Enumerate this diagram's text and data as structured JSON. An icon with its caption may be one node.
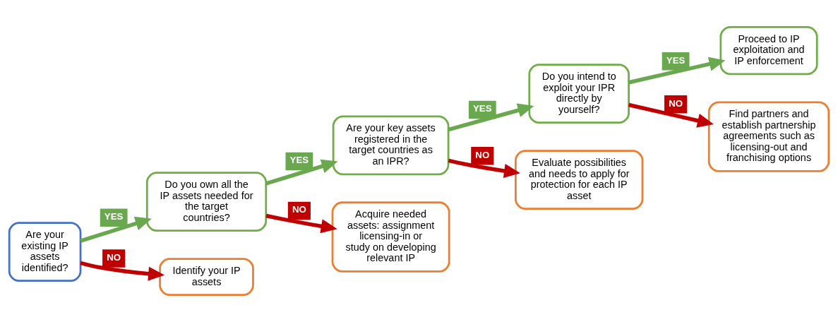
{
  "diagram": {
    "nodes": [
      {
        "text": [
          "Are your existing IP assets identified?"
        ]
      },
      {
        "text": [
          "Do you own all the IP assets needed for the target countries?"
        ]
      },
      {
        "text": [
          "Identify your IP assets"
        ]
      },
      {
        "text": [
          "Are your key assets registered in the target countries as an IPR?"
        ]
      },
      {
        "text": [
          "Acquire needed assets: assignment licensing-in or study on developing relevant IP"
        ]
      },
      {
        "text": [
          "Do you intend to exploit your IPR directly by yourself?"
        ]
      },
      {
        "text": [
          "Evaluate possibilities and needs to apply for protection for each IP asset"
        ]
      },
      {
        "text": [
          "Proceed to IP exploitation and IP enforcement"
        ]
      },
      {
        "text": [
          "Find partners and establish partnership agreements such as licensing-out and franchising options"
        ]
      }
    ],
    "edges": [
      {
        "from": 0,
        "to": 1,
        "arrow": "to",
        "label": "YES",
        "color": "#6aa84f"
      },
      {
        "from": 0,
        "to": 2,
        "arrow": "to",
        "label": "NO",
        "color": "#c00000"
      },
      {
        "from": 1,
        "to": 3,
        "arrow": "to",
        "label": "YES",
        "color": "#6aa84f"
      },
      {
        "from": 1,
        "to": 4,
        "arrow": "to",
        "label": "NO",
        "color": "#c00000"
      },
      {
        "from": 3,
        "to": 5,
        "arrow": "to",
        "label": "YES",
        "color": "#6aa84f"
      },
      {
        "from": 3,
        "to": 6,
        "arrow": "to",
        "label": "NO",
        "color": "#c00000"
      },
      {
        "from": 5,
        "to": 7,
        "arrow": "to",
        "label": "YES",
        "color": "#6aa84f"
      },
      {
        "from": 5,
        "to": 8,
        "arrow": "to",
        "label": "NO",
        "color": "#c00000"
      }
    ]
  }
}
